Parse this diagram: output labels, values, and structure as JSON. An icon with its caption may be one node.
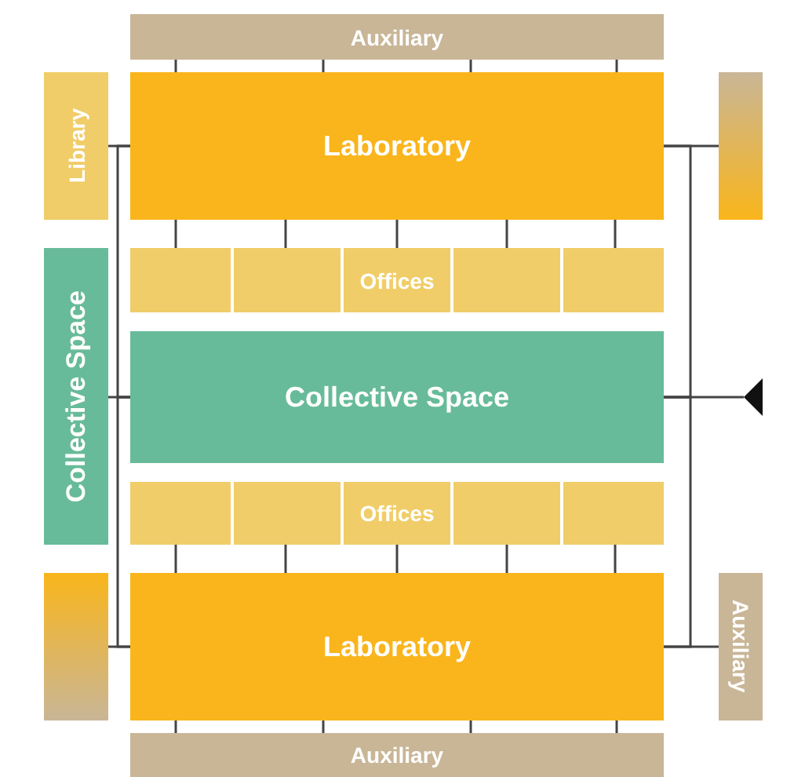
{
  "diagram": {
    "nodes": [
      {
        "text": [
          "Auxiliary"
        ]
      },
      {
        "text": [
          "Library"
        ]
      },
      {
        "text": [
          "Laboratory"
        ]
      },
      {
        "text": [],
        "shape": "box"
      },
      {
        "text": [],
        "shape": "box"
      },
      {
        "text": [],
        "shape": "box"
      },
      {
        "text": [
          "Offices"
        ]
      },
      {
        "text": [],
        "shape": "box"
      },
      {
        "text": [],
        "shape": "box"
      },
      {
        "text": [
          "Collective Space"
        ]
      },
      {
        "text": [
          "Collective Space"
        ]
      },
      {
        "text": [],
        "shape": "triangle"
      },
      {
        "text": [],
        "shape": "box"
      },
      {
        "text": [],
        "shape": "box"
      },
      {
        "text": [
          "Offices"
        ]
      },
      {
        "text": [],
        "shape": "box"
      },
      {
        "text": [],
        "shape": "box"
      },
      {
        "text": [],
        "shape": "box"
      },
      {
        "text": [
          "Laboratory"
        ]
      },
      {
        "text": [
          "Auxiliary"
        ]
      },
      {
        "text": [
          "Auxiliary"
        ]
      }
    ],
    "edges": [
      {
        "from": 0,
        "to": 2,
        "arrow": "none"
      },
      {
        "from": 0,
        "to": 2,
        "arrow": "none"
      },
      {
        "from": 0,
        "to": 2,
        "arrow": "none"
      },
      {
        "from": 0,
        "to": 2,
        "arrow": "none"
      },
      {
        "from": 1,
        "to": 2,
        "arrow": "none"
      },
      {
        "from": 2,
        "to": 3,
        "arrow": "none"
      },
      {
        "from": 2,
        "to": 4,
        "arrow": "none"
      },
      {
        "from": 2,
        "to": 5,
        "arrow": "none"
      },
      {
        "from": 2,
        "to": 6,
        "arrow": "none"
      },
      {
        "from": 2,
        "to": 7,
        "arrow": "none"
      },
      {
        "from": 2,
        "to": 8,
        "arrow": "none"
      },
      {
        "from": 9,
        "to": 10,
        "arrow": "none"
      },
      {
        "from": 10,
        "to": 11,
        "arrow": "none"
      },
      {
        "from": 12,
        "to": 18,
        "arrow": "none"
      },
      {
        "from": 13,
        "to": 18,
        "arrow": "none"
      },
      {
        "from": 14,
        "to": 18,
        "arrow": "none"
      },
      {
        "from": 15,
        "to": 18,
        "arrow": "none"
      },
      {
        "from": 16,
        "to": 18,
        "arrow": "none"
      },
      {
        "from": 17,
        "to": 18,
        "arrow": "none"
      },
      {
        "from": 18,
        "to": 19,
        "arrow": "none"
      },
      {
        "from": 18,
        "to": 20,
        "arrow": "none"
      },
      {
        "from": 18,
        "to": 20,
        "arrow": "none"
      },
      {
        "from": 18,
        "to": 20,
        "arrow": "none"
      },
      {
        "from": 18,
        "to": 20,
        "arrow": "none"
      },
      {
        "from": 2,
        "to": 10,
        "arrow": "none"
      },
      {
        "from": 10,
        "to": 18,
        "arrow": "none"
      },
      {
        "from": 2,
        "to": 10,
        "arrow": "none"
      },
      {
        "from": 10,
        "to": 18,
        "arrow": "none"
      }
    ]
  }
}
